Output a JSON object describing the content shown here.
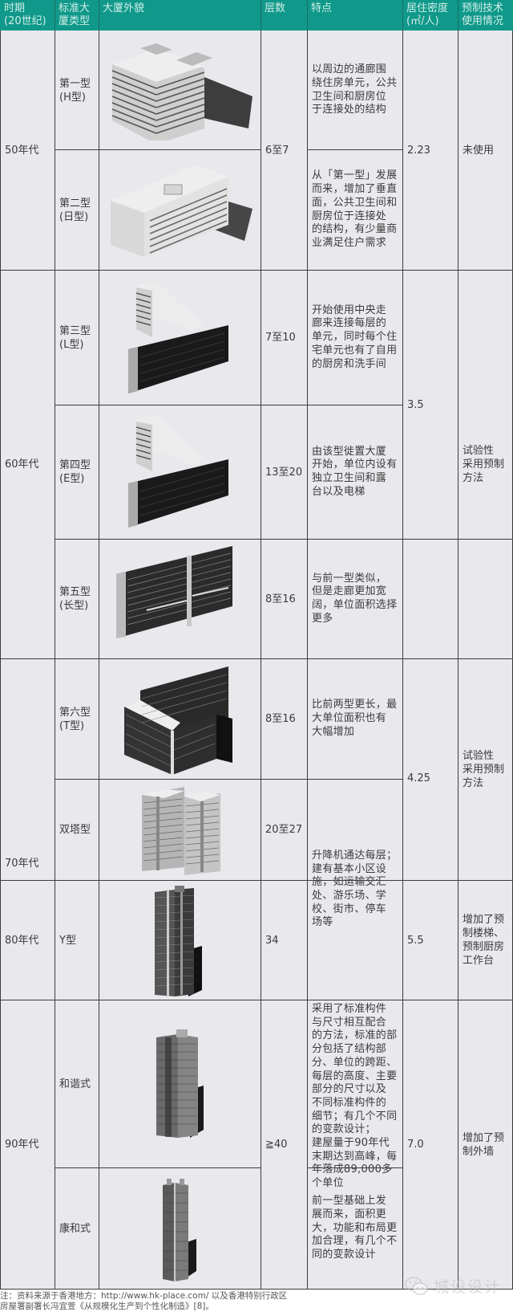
{
  "header": {
    "columns": [
      "时期\n(20世纪)",
      "标准大\n厦类型",
      "大厦外貌",
      "层数",
      "特点",
      "居住密度\n(㎡/人)",
      "预制技术\n使用情况"
    ],
    "bg_color": "#10998a",
    "text_color": "#cfeee8"
  },
  "periods": [
    {
      "label": "50年代"
    },
    {
      "label": "60年代"
    },
    {
      "label": "70年代"
    },
    {
      "label": "80年代"
    },
    {
      "label": "90年代"
    }
  ],
  "types": [
    {
      "label": "第一型\n(H型)",
      "image": "h-type-building"
    },
    {
      "label": "第二型\n(日型)",
      "image": "ri-type-building"
    },
    {
      "label": "第三型\n(L型)",
      "image": "l-type-building"
    },
    {
      "label": "第四型\n(E型)",
      "image": "e-type-building"
    },
    {
      "label": "第五型\n(长型)",
      "image": "long-type-building"
    },
    {
      "label": "第六型\n(T型)",
      "image": "t-type-building"
    },
    {
      "label": "双塔型",
      "image": "twin-tower-building"
    },
    {
      "label": "Y型",
      "image": "y-type-building"
    },
    {
      "label": "和谐式",
      "image": "harmony-building"
    },
    {
      "label": "康和式",
      "image": "concord-building"
    }
  ],
  "floors": [
    {
      "label": "6至7"
    },
    {
      "label": "7至10"
    },
    {
      "label": "13至20"
    },
    {
      "label": "8至16"
    },
    {
      "label": "8至16"
    },
    {
      "label": "20至27"
    },
    {
      "label": "34"
    },
    {
      "label": "≧40"
    }
  ],
  "features": [
    {
      "text": "以周边的通廊围\n绕住房单元，公共\n卫生间和厨房位\n于连接处的结构"
    },
    {
      "text": "从「第一型」发展\n而来，增加了垂直\n面，公共卫生间和\n厨房位于连接处\n的结构，有少量商\n业满足住户需求"
    },
    {
      "text": "开始使用中央走\n廊来连接每层的\n单元，同时每个住\n宅单元也有了自用\n的厨房和洗手间"
    },
    {
      "text": "由该型徙置大厦\n开始，单位内设有\n独立卫生间和露\n台以及电梯"
    },
    {
      "text": "与前一型类似，\n但是走廊更加宽\n阔，单位面积选择\n更多"
    },
    {
      "text": "比前两型更长，最\n大单位面积也有\n大幅增加"
    },
    {
      "text": "升降机通达每层；\n建有基本小区设\n施，如运输交汇\n处、游乐场、学\n校、街市、停车\n场等"
    },
    {
      "text": "采用了标准构件\n与尺寸相互配合\n的方法，标准的部\n分包括了结构部\n分、单位的跨距、\n每层的高度、主要\n部分的尺寸以及\n不同标准构件的\n细节；有几个不同\n的变款设计；\n建屋量于90年代\n末期达到高峰，每\n年落成89,000多\n个单位"
    },
    {
      "text": "前一型基础上发\n展而来，面积更\n大，功能和布局更\n加合理，有几个不\n同的变款设计"
    }
  ],
  "density": [
    {
      "label": "2.23"
    },
    {
      "label": "3.5"
    },
    {
      "label": "4.25"
    },
    {
      "label": "5.5"
    },
    {
      "label": "7.0"
    }
  ],
  "prefab": [
    {
      "label": "未使用"
    },
    {
      "label": "试验性\n采用预制\n方法"
    },
    {
      "label": "试验性\n采用预制\n方法"
    },
    {
      "label": "增加了预\n制楼梯、\n预制厨房\n工作台"
    },
    {
      "label": "增加了预\n制外墙"
    }
  ],
  "footnote": {
    "line1": "注：资料来源于香港地方：http://www.hk-place.com/ 以及香港特别行政区",
    "line2": "房屋署副署长冯宜萱《从规模化生产到个性化制造》[8]。"
  },
  "watermark": {
    "icon": "wechat-icon",
    "text": "城设设计"
  }
}
